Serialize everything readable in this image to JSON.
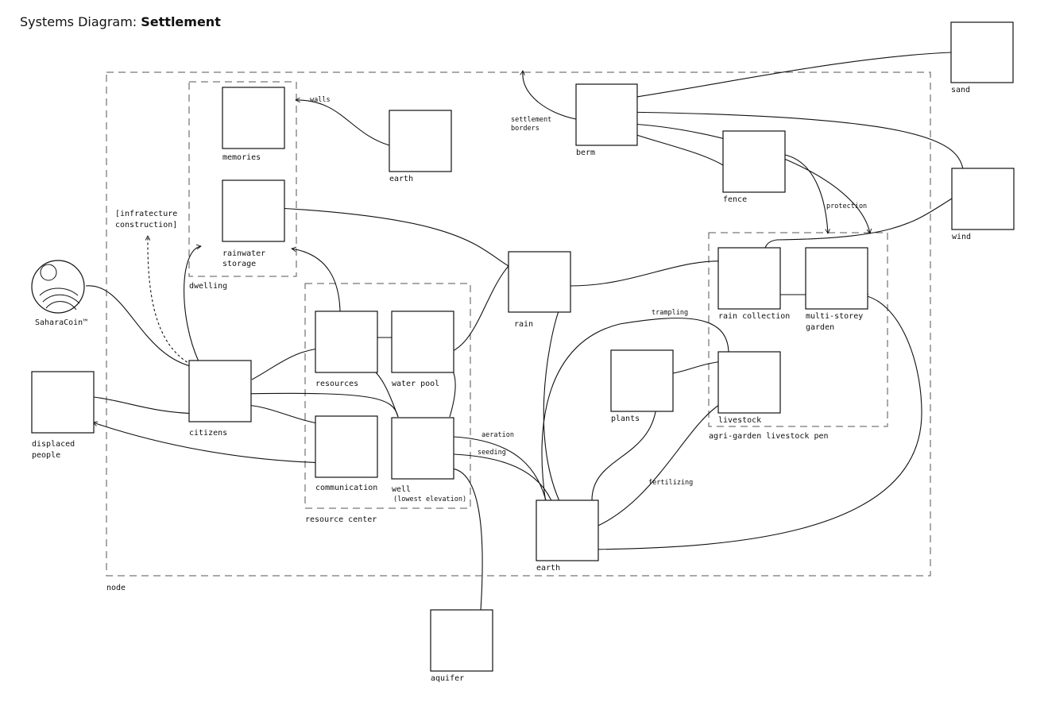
{
  "header": {
    "title_prefix": "Systems Diagram: ",
    "title_bold": "Settlement"
  },
  "groups": {
    "node": "node",
    "dwelling": "dwelling",
    "resource_center": "resource center",
    "agri_garden": "agri-garden livestock pen"
  },
  "nodes": {
    "memories": "memories",
    "earth_top": "earth",
    "rainwater_storage_1": "rainwater",
    "rainwater_storage_2": "storage",
    "berm": "berm",
    "sand": "sand",
    "fence": "fence",
    "wind": "wind",
    "rain": "rain",
    "rain_collection": "rain collection",
    "multi_storey_garden_1": "multi-storey",
    "multi_storey_garden_2": "garden",
    "resources": "resources",
    "water_pool": "water pool",
    "communication": "communication",
    "well_1": "well",
    "well_2": "(lowest elevation)",
    "citizens": "citizens",
    "displaced_people_1": "displaced",
    "displaced_people_2": "people",
    "saharacoin": "SaharaCoin™",
    "plants": "plants",
    "livestock": "livestock",
    "earth_bottom": "earth",
    "aquifer": "aquifer"
  },
  "edge_labels": {
    "walls": "walls",
    "settlement_borders_1": "settlement",
    "settlement_borders_2": "borders",
    "infrastructure_1": "[infratecture",
    "infrastructure_2": "construction]",
    "protection": "protection",
    "trampling": "trampling",
    "aeration": "aeration",
    "seeding": "seeding",
    "fertilizing": "fertilizing"
  }
}
